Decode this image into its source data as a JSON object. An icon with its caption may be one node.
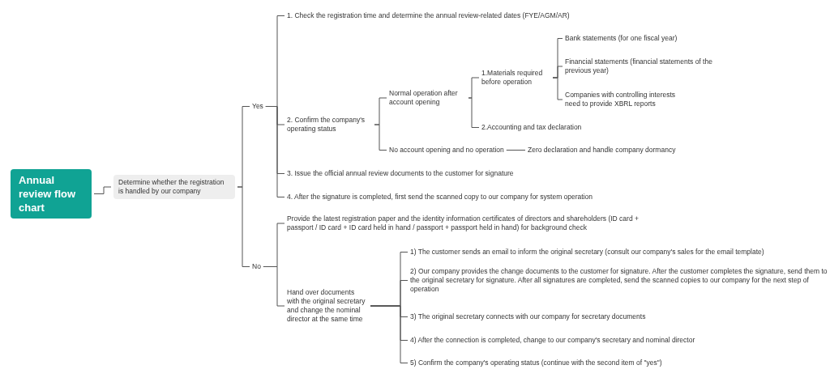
{
  "diagram": {
    "nodes": [
      {
        "text": [
          "Annual review flow chart"
        ]
      },
      {
        "text": [
          "Determine whether the registration is handled by our company"
        ]
      },
      {
        "text": [
          "Yes"
        ]
      },
      {
        "text": [
          "1. Check the registration time and determine the annual review-related dates (FYE/AGM/AR)"
        ]
      },
      {
        "text": [
          "2. Confirm the company's operating status"
        ]
      },
      {
        "text": [
          "Normal operation after account opening"
        ]
      },
      {
        "text": [
          "1.Materials required before operation"
        ]
      },
      {
        "text": [
          "Bank statements (for one fiscal year)"
        ]
      },
      {
        "text": [
          "Financial statements (financial statements of the previous year)"
        ]
      },
      {
        "text": [
          "Companies with controlling interests need to provide XBRL reports"
        ]
      },
      {
        "text": [
          "2.Accounting and tax declaration"
        ]
      },
      {
        "text": [
          "No account opening and no operation"
        ]
      },
      {
        "text": [
          "Zero declaration and handle company dormancy"
        ]
      },
      {
        "text": [
          "3. Issue the official annual review documents to the customer for signature"
        ]
      },
      {
        "text": [
          "4. After the signature is completed, first send the scanned copy to our company for system operation"
        ]
      },
      {
        "text": [
          "No"
        ]
      },
      {
        "text": [
          "Provide the latest registration paper and the identity information certificates of directors and shareholders (ID card + passport / ID card + ID card held in hand / passport + passport held in hand) for background check"
        ]
      },
      {
        "text": [
          "Hand over documents with the original secretary and change the nominal director at the same time"
        ]
      },
      {
        "text": [
          "1) The customer sends an email to inform the original secretary (consult our company's sales for the email template)"
        ]
      },
      {
        "text": [
          "2) Our company provides the change documents to the customer for signature. After the customer completes the signature, send them to the original secretary for signature. After all signatures are completed, send the scanned copies to our company for the next step of operation"
        ]
      },
      {
        "text": [
          "3) The original secretary connects with our company for secretary documents"
        ]
      },
      {
        "text": [
          "4) After the connection is completed, change to our company's secretary and nominal director"
        ]
      },
      {
        "text": [
          "5) Confirm the company's operating status (continue with the second item of \"yes\")"
        ]
      }
    ],
    "edges": [
      {
        "from": 0,
        "to": 1,
        "arrow": "none"
      },
      {
        "from": 1,
        "to": 2,
        "arrow": "none"
      },
      {
        "from": 2,
        "to": 3,
        "arrow": "none"
      },
      {
        "from": 2,
        "to": 4,
        "arrow": "none"
      },
      {
        "from": 4,
        "to": 5,
        "arrow": "none"
      },
      {
        "from": 5,
        "to": 6,
        "arrow": "none"
      },
      {
        "from": 6,
        "to": 7,
        "arrow": "none"
      },
      {
        "from": 6,
        "to": 8,
        "arrow": "none"
      },
      {
        "from": 6,
        "to": 9,
        "arrow": "none"
      },
      {
        "from": 5,
        "to": 10,
        "arrow": "none"
      },
      {
        "from": 4,
        "to": 11,
        "arrow": "none"
      },
      {
        "from": 11,
        "to": 12,
        "arrow": "none"
      },
      {
        "from": 2,
        "to": 13,
        "arrow": "none"
      },
      {
        "from": 2,
        "to": 14,
        "arrow": "none"
      },
      {
        "from": 1,
        "to": 15,
        "arrow": "none"
      },
      {
        "from": 15,
        "to": 16,
        "arrow": "none"
      },
      {
        "from": 15,
        "to": 17,
        "arrow": "none"
      },
      {
        "from": 17,
        "to": 18,
        "arrow": "none"
      },
      {
        "from": 17,
        "to": 19,
        "arrow": "none"
      },
      {
        "from": 17,
        "to": 20,
        "arrow": "none"
      },
      {
        "from": 17,
        "to": 21,
        "arrow": "none"
      },
      {
        "from": 17,
        "to": 22,
        "arrow": "none"
      }
    ]
  }
}
